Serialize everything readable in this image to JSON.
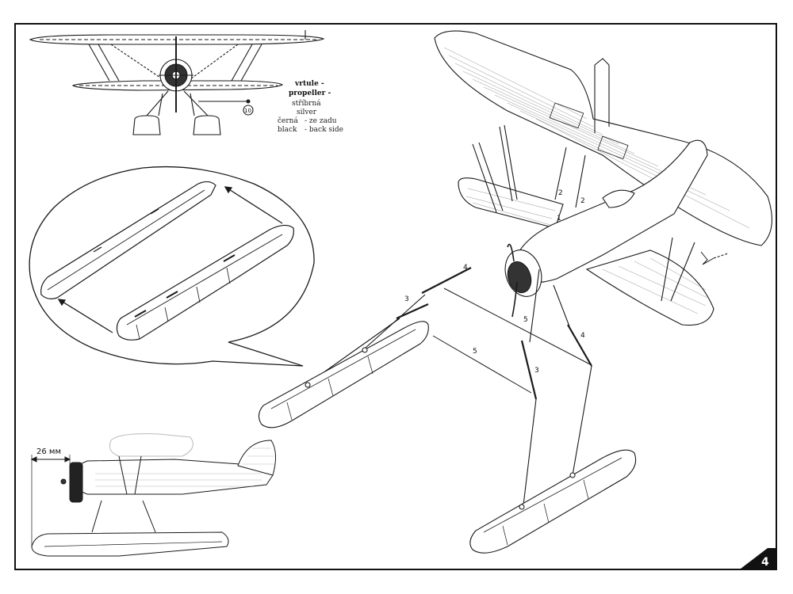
{
  "propeller_note": {
    "cs_label": "vrtule -",
    "en_label": "propeller -",
    "color_cs": "stříbrná",
    "color_en": "silver",
    "back_cs_a": "černá",
    "back_cs_b": "- ze zadu",
    "back_en_a": "black",
    "back_en_b": "- back side"
  },
  "callout_number": "10",
  "part_numbers": {
    "strut_1": "1",
    "cabane_2a": "2",
    "cabane_2b": "2",
    "float_strut_3a": "3",
    "float_strut_3b": "3",
    "float_strut_4a": "4",
    "float_strut_4b": "4",
    "brace_5a": "5",
    "brace_5b": "5"
  },
  "dimension": "26 мм",
  "page_number": "4",
  "colors": {
    "line": "#1a1a1a",
    "background": "#ffffff",
    "tab": "#111111"
  }
}
